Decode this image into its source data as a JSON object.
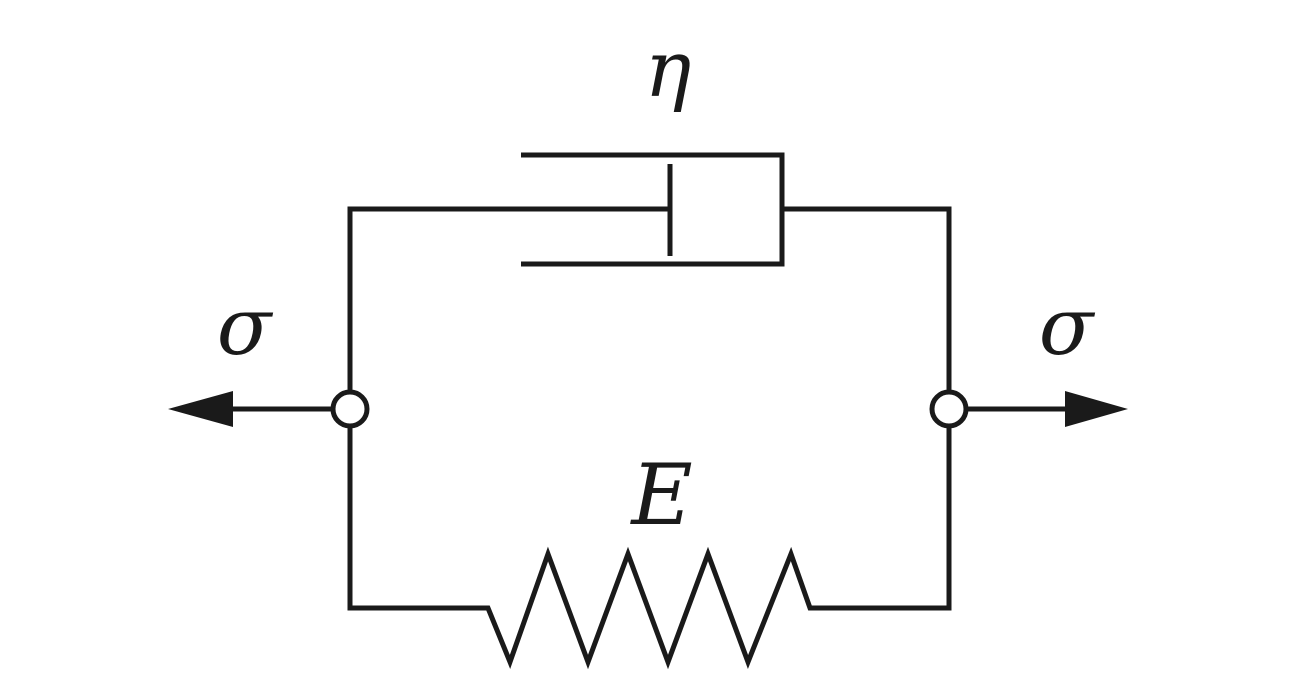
{
  "diagram": {
    "labels": {
      "viscosity": "η",
      "stress_left": "σ",
      "stress_right": "σ",
      "modulus": "E"
    },
    "colors": {
      "line": "#1a1a1a",
      "background": "#ffffff",
      "node_fill": "#ffffff"
    },
    "elements": [
      "dashpot",
      "spring",
      "left-node",
      "right-node",
      "left-arrow",
      "right-arrow"
    ]
  }
}
